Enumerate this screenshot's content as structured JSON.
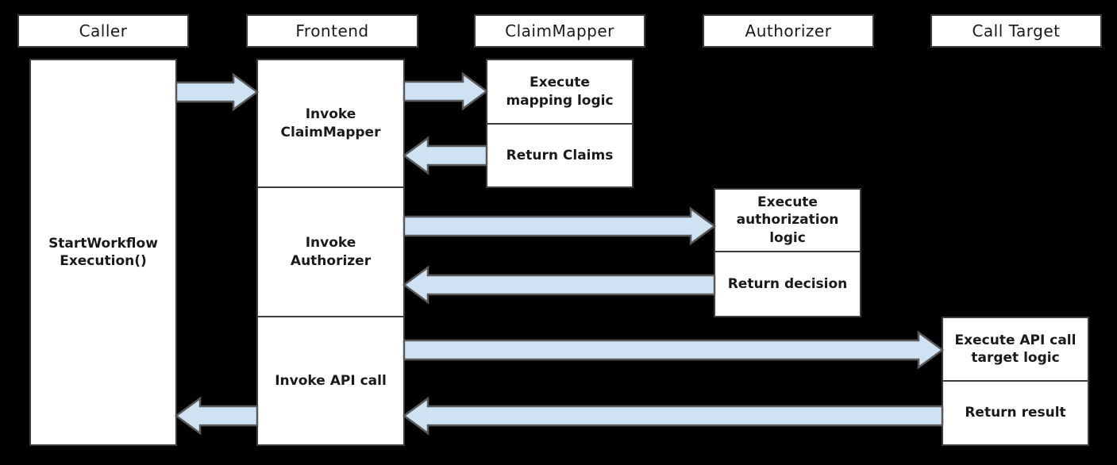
{
  "colors": {
    "background": "#000000",
    "box_fill": "#ffffff",
    "box_border": "#3c3c3c",
    "arrow_fill": "#cfe2f3",
    "arrow_stroke": "#595959",
    "text": "#1a1a1a"
  },
  "lanes": [
    {
      "header": "Caller",
      "boxes": [
        {
          "label": "StartWorkflow\nExecution()"
        }
      ]
    },
    {
      "header": "Frontend",
      "boxes": [
        {
          "label": "Invoke\nClaimMapper"
        },
        {
          "label": "Invoke\nAuthorizer"
        },
        {
          "label": "Invoke API call"
        }
      ]
    },
    {
      "header": "ClaimMapper",
      "boxes": [
        {
          "label": "Execute\nmapping logic"
        },
        {
          "label": "Return Claims"
        }
      ]
    },
    {
      "header": "Authorizer",
      "boxes": [
        {
          "label": "Execute\nauthorization\nlogic"
        },
        {
          "label": "Return decision"
        }
      ]
    },
    {
      "header": "Call Target",
      "boxes": [
        {
          "label": "Execute API call\ntarget logic"
        },
        {
          "label": "Return result"
        }
      ]
    }
  ],
  "connections": [
    {
      "from": "Caller: StartWorkflowExecution()",
      "to": "Frontend: Invoke ClaimMapper",
      "direction": "right"
    },
    {
      "from": "Frontend: Invoke ClaimMapper",
      "to": "ClaimMapper: Execute mapping logic",
      "direction": "right"
    },
    {
      "from": "ClaimMapper: Return Claims",
      "to": "Frontend: Invoke ClaimMapper",
      "direction": "left"
    },
    {
      "from": "Frontend: Invoke Authorizer",
      "to": "Authorizer: Execute authorization logic",
      "direction": "right"
    },
    {
      "from": "Authorizer: Return decision",
      "to": "Frontend: Invoke Authorizer",
      "direction": "left"
    },
    {
      "from": "Frontend: Invoke API call",
      "to": "Call Target: Execute API call target logic",
      "direction": "right"
    },
    {
      "from": "Call Target: Return result",
      "to": "Frontend: Invoke API call",
      "direction": "left"
    },
    {
      "from": "Frontend: Invoke API call",
      "to": "Caller: StartWorkflowExecution()",
      "direction": "left"
    }
  ]
}
